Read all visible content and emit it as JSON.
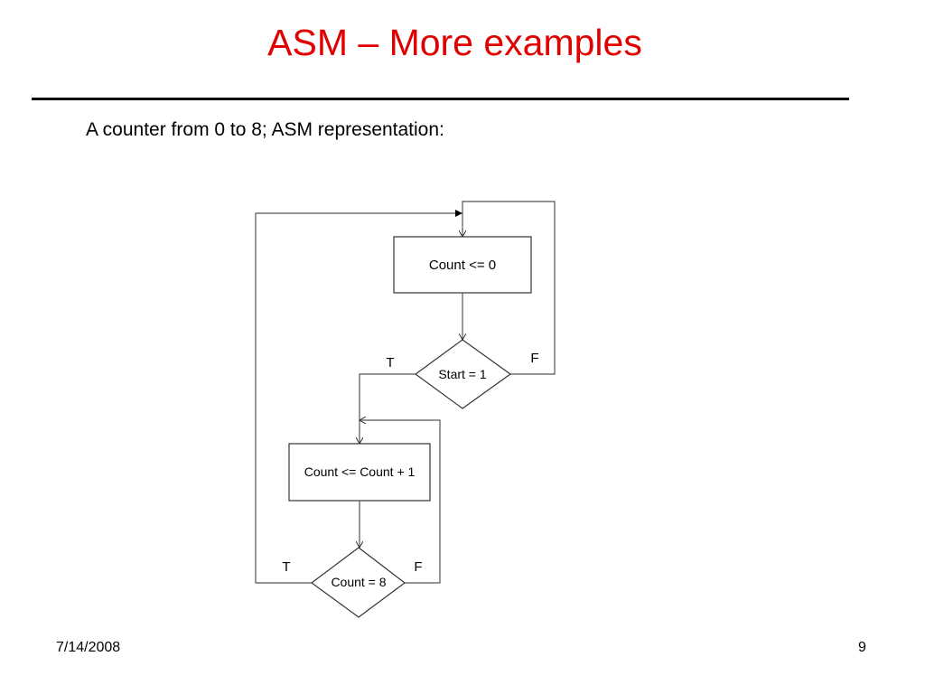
{
  "slide": {
    "title": "ASM – More examples",
    "subtitle": "A counter from 0 to 8; ASM representation:",
    "date": "7/14/2008",
    "page_number": "9"
  },
  "diagram": {
    "state_init": "Count <= 0",
    "decision_start": "Start = 1",
    "start_true_label": "T",
    "start_false_label": "F",
    "state_increment": "Count <= Count + 1",
    "decision_count": "Count = 8",
    "count_true_label": "T",
    "count_false_label": "F"
  },
  "colors": {
    "title": "#e00000",
    "text": "#000000",
    "line": "#555555"
  }
}
